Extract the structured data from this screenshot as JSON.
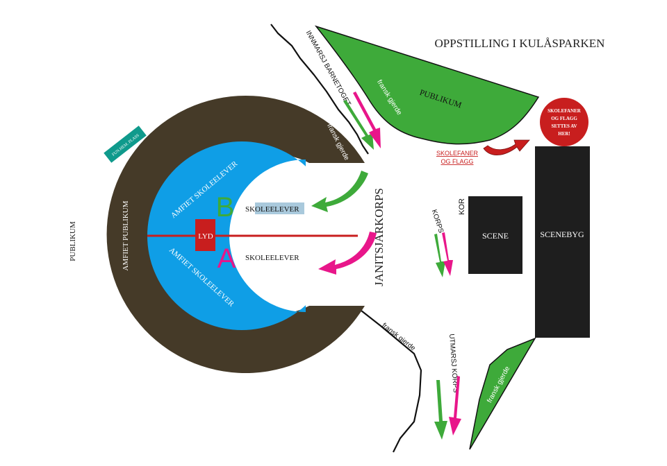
{
  "title": "OPPSTILLING I KULÅSPARKEN",
  "labels": {
    "publikum_top": "PUBLIKUM",
    "publikum_left": "PUBLIKUM",
    "amfiet_publikum": "AMFIET PUBLIKUM",
    "amfiet_skoleelever_top": "AMFIET SKOLEELEVER",
    "amfiet_skoleelever_bottom": "AMFIET SKOLEELEVER",
    "fun_hem_plass": "FUN.HEM. PLASS",
    "lyd": "LYD",
    "section_b": "B",
    "section_a": "A",
    "skoleelever_b": "SKOLEELEVER",
    "skoleelever_a": "SKOLEELEVER",
    "janitsjarkorps": "JANITSJARKORPS",
    "innmarsj": "INNMARSJ BARNETOGET",
    "fransk_gjerde_green_top": "fransk gjerde",
    "fransk_gjerde_amfi": "fransk gjerde",
    "fransk_gjerde_lower": "fransk gjerde",
    "fransk_gjerde_green_bottom": "fransk gjerde",
    "skolefaner_og_flagg_line1": "SKOLEFANER",
    "skolefaner_og_flagg_line2": "OG FLAGG",
    "circle_line1": "SKOLEFANER",
    "circle_line2": "OG FLAGG",
    "circle_line3": "SETTES AV",
    "circle_line4": "HER!",
    "korps": "KORPS",
    "kor": "KOR",
    "scene": "SCENE",
    "scenebyg": "SCENEBYG",
    "utmarsj_korps": "UTMARSJ KORPS"
  },
  "colors": {
    "brown": "#453a28",
    "blue": "#0f9ee6",
    "green": "#3eaa3a",
    "magenta": "#e8168a",
    "red": "#c81e1e",
    "teal": "#0f9a8c",
    "dark": "#1e1e1e",
    "highlight": "#a9c9dc"
  }
}
